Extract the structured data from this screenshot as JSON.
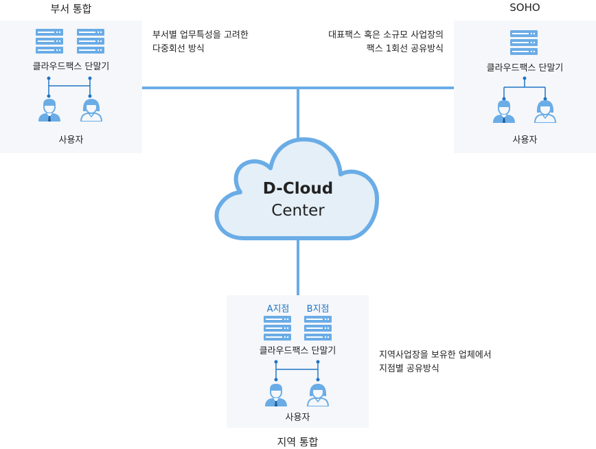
{
  "sections": {
    "dept": {
      "title": "부서 통합",
      "device_label": "클라우드팩스 단말기",
      "user_label": "사용자",
      "description": [
        "부서별 업무특성을 고려한",
        "다중회선 방식"
      ]
    },
    "soho": {
      "title": "SOHO",
      "device_label": "클라우드팩스 단말기",
      "user_label": "사용자",
      "description": [
        "대표팩스 혹은 소규모 사업장의",
        "팩스 1회선 공유방식"
      ]
    },
    "region": {
      "title": "지역 통합",
      "branch_a": "A지점",
      "branch_b": "B지점",
      "device_label": "클라우드팩스 단말기",
      "user_label": "사용자",
      "description": [
        "지역사업장을 보유한 업체에서",
        "지점별 공유방식"
      ]
    }
  },
  "center": {
    "line1": "D-Cloud",
    "line2": "Center"
  },
  "colors": {
    "line": "#6aace6",
    "cloud_fill": "#e4eff8",
    "cloud_stroke": "#6aace6",
    "icon": "#6aace6",
    "connector": "#1f74c4",
    "panel": "#f5f7fa",
    "branch_text": "#1f74c4"
  },
  "icons": [
    "server-icon",
    "male-user-icon",
    "female-user-icon"
  ]
}
